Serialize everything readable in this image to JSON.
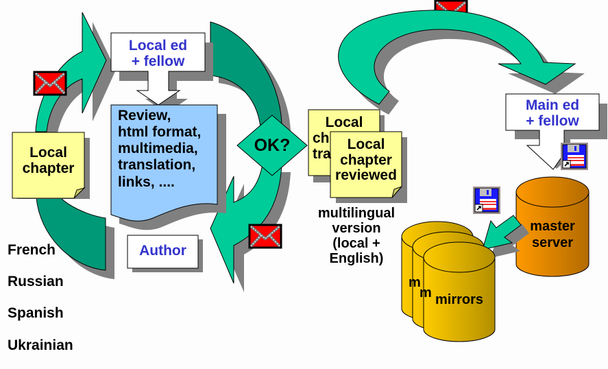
{
  "diagram": {
    "colors": {
      "arrow_light": "#00cc99",
      "arrow_dark": "#009977",
      "shadow": "#808080",
      "note_yellow": "#ffff99",
      "doc_blue": "#99ccff",
      "label_blue": "#3333cc",
      "envelope_red": "#ff0000",
      "server_orange": "#ff9900",
      "mirror_gold": "#ffcc00"
    },
    "local_chapter_note": "Local\nchapter",
    "languages": [
      "French",
      "Russian",
      "Spanish",
      "Ukrainian"
    ],
    "local_editor_box": "Local ed\n+ fellow",
    "review_doc": "Review,\nhtml format,\nmultimedia,\ntranslation,\nlinks, ....",
    "author_box": "Author",
    "decision": "OK?",
    "translated_note": "Local\nchapter\ntranslated",
    "translated_note_visible": "Local\nch\ntra",
    "reviewed_note": "Local\nchapter\nreviewed",
    "multilingual_caption": "multilingual\nversion\n(local +\nEnglish)",
    "main_editor_box": "Main ed\n+ fellow",
    "master_server": "master\nserver",
    "mirrors": "mirrors",
    "icons": {
      "envelope": "envelope-icon",
      "floppy": "floppy-disk-shortcut-icon"
    }
  }
}
